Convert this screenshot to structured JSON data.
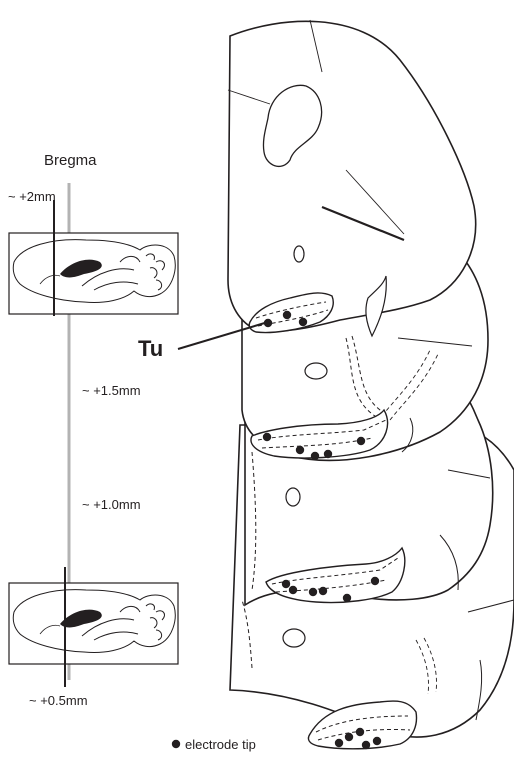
{
  "labels": {
    "bregma": "Bregma",
    "level_2mm": "~ +2mm",
    "level_1_5mm": "~ +1.5mm",
    "level_1_0mm": "~ +1.0mm",
    "level_0_5mm": "~ +0.5mm",
    "region": "Tu",
    "legend": "electrode tip"
  },
  "colors": {
    "line": "#231f20",
    "bregma_line": "#b3b3b3",
    "background": "#ffffff"
  }
}
